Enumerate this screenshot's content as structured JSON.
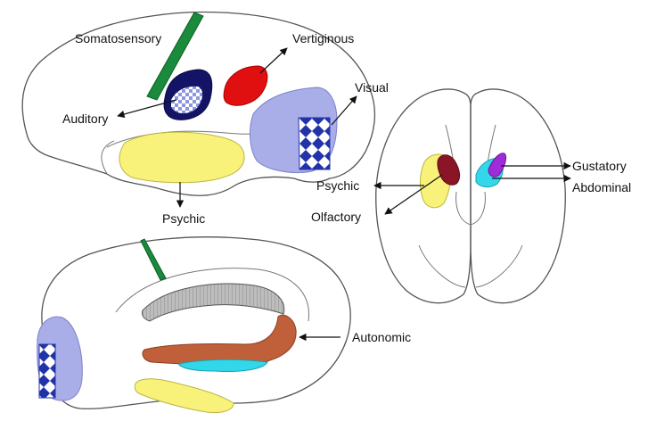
{
  "colors": {
    "somatosensory": "#1a8a3c",
    "auditory_outer": "#141466",
    "auditory_inner": "#b9bff0",
    "vertiginous": "#e01010",
    "visual": "#a9aee8",
    "visual_check": "#2233aa",
    "psychic": "#f8f27a",
    "autonomic": "#c0603a",
    "cingulate_gray": "#b8b8b8",
    "cyan": "#33d7ea",
    "olfactory_dark": "#8a1526",
    "gustatory": "#a02bd8",
    "outline": "#555555"
  },
  "labels": {
    "somatosensory": "Somatosensory",
    "vertiginous": "Vertiginous",
    "auditory": "Auditory",
    "visual": "Visual",
    "psychic_lateral": "Psychic",
    "psychic_ventral": "Psychic",
    "olfactory": "Olfactory",
    "gustatory": "Gustatory",
    "abdominal": "Abdominal",
    "autonomic": "Autonomic"
  }
}
